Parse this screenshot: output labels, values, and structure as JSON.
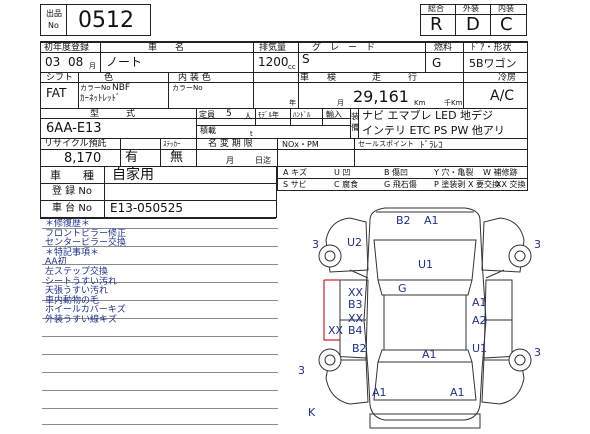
{
  "header": {
    "lot_label_top": "出品",
    "lot_label_bottom": "No",
    "lot_no": "0512",
    "grade_labels": [
      "総合",
      "外装",
      "内装"
    ],
    "grade_values": [
      "R",
      "D",
      "C"
    ]
  },
  "row1": {
    "labels": [
      "初年度登録",
      "車　　名",
      "排気量",
      "グ　レ　ー　ド",
      "燃料",
      "ﾄﾞｱ・形状"
    ],
    "year": "03",
    "month": "08",
    "month_unit": "月",
    "car_name": "ノート",
    "displacement": "1200",
    "displacement_unit": "cc",
    "grade": "S",
    "fuel": "G",
    "door_shape": "5Bワゴン"
  },
  "row2": {
    "labels": [
      "シフト",
      "色",
      "内 装 色",
      "車　　検",
      "走　　　行",
      "冷房"
    ],
    "shift": "FAT",
    "color_no_label": "カラーNo",
    "color_no": "NBF",
    "color_name": "ｶｰﾈｯﾄﾚｯﾄﾞ",
    "interior_color_no_label": "カラーNo",
    "inspection_year_unit": "年",
    "inspection_month_unit": "月",
    "mileage": "29,161",
    "mileage_unit_km": "Km",
    "mileage_unit_thousand": "千Km",
    "ac": "A/C"
  },
  "row3": {
    "model_label": "型　　　式",
    "model": "6AA-E13",
    "capacity_label": "定員",
    "capacity": "5",
    "capacity_unit": "人",
    "labels_small": [
      "ﾓﾃﾞﾙ年",
      "ﾊﾝﾄﾞﾙ",
      "輸入"
    ],
    "equipment_label": "装備",
    "equipment_line1": "ナビ エマブレ LED 地デジ",
    "equipment_line2": "インテリ ETC PS PW 他アリ",
    "load_label": "積載",
    "load_unit": "t"
  },
  "row4": {
    "labels": [
      "リサイクル預託",
      "ｽﾃｯｶｰ",
      "名 変 期 限",
      "NOx・PM",
      "セールスポイント"
    ],
    "recycle_fee": "8,170",
    "recycle_status": "有",
    "sticker": "無",
    "month_unit": "月",
    "day_unit": "日迄",
    "sales_point": "ﾄﾞﾗﾚｺ"
  },
  "registration": {
    "usage_label": "車　　種",
    "usage": "自家用",
    "reg_no_label": "登 録  No",
    "chassis_label": "車 台  No",
    "chassis_no": "E13-050525"
  },
  "legend": [
    {
      "code": "A",
      "text": "キズ"
    },
    {
      "code": "U",
      "text": "凹"
    },
    {
      "code": "W",
      "text": "補修跡"
    },
    {
      "code": "S",
      "text": "サビ"
    },
    {
      "code": "C",
      "text": "腐食"
    },
    {
      "code": "B",
      "text": "傷凹"
    },
    {
      "code": "G",
      "text": "飛石傷"
    },
    {
      "code": "Y",
      "text": "穴・亀裂"
    },
    {
      "code": "P",
      "text": "塗装剥"
    },
    {
      "code": "X",
      "text": "要交換"
    },
    {
      "code": "XX",
      "text": "交換"
    }
  ],
  "remarks": [
    "＊修復歴＊",
    "フロントピラー修正",
    "センターピラー交換",
    "＊特記事項＊",
    "AA初",
    "左ステップ交換",
    "シートうすい汚れ",
    "天張うすい汚れ",
    "車内動物の毛",
    "ホイールカバーキズ",
    "外装うすい線キズ"
  ],
  "diagram_marks": {
    "front": [
      "B2",
      "A1"
    ],
    "front_left_tire": "3",
    "front_right_tire": "3",
    "u2": "U2",
    "hood": "U1",
    "windshield": "G",
    "left_side": [
      "XX",
      "B3",
      "XX",
      "XX",
      "B4"
    ],
    "right_side": [
      "A1",
      "A2"
    ],
    "rear_left": "B2",
    "rear_center": "A1",
    "rear_right_u": "U1",
    "rear_right_tire": "3",
    "rear_left_tire": "3",
    "rear_bumper": [
      "A1",
      "A1"
    ],
    "bottom_k": "K"
  }
}
